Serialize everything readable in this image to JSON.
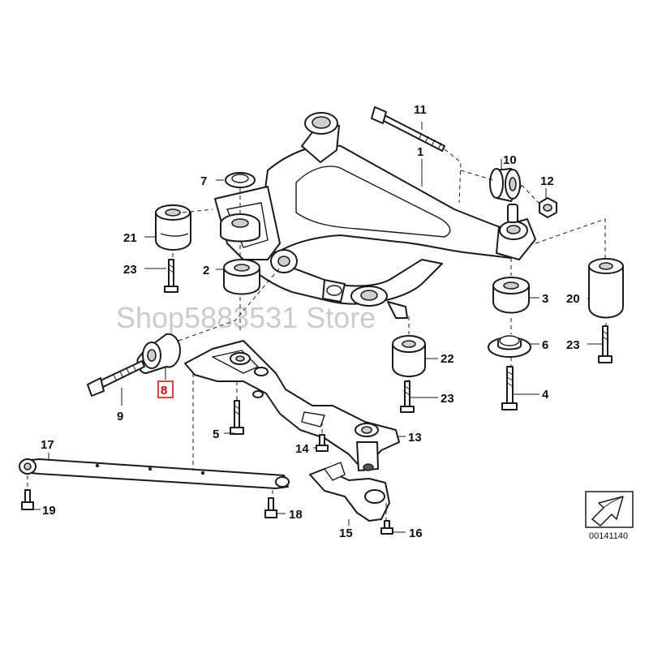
{
  "watermark": "Shop5883531 Store",
  "reference_code": "00141140",
  "highlight_color": "#e00000",
  "callouts": {
    "c1": "1",
    "c2": "2",
    "c3": "3",
    "c4": "4",
    "c5": "5",
    "c6": "6",
    "c7": "7",
    "c8": "8",
    "c9": "9",
    "c10": "10",
    "c11": "11",
    "c12": "12",
    "c13": "13",
    "c14": "14",
    "c15": "15",
    "c16": "16",
    "c17": "17",
    "c18": "18",
    "c19": "19",
    "c20": "20",
    "c21": "21",
    "c22": "22",
    "c23a": "23",
    "c23b": "23",
    "c23c": "23"
  },
  "highlighted_part": "8"
}
